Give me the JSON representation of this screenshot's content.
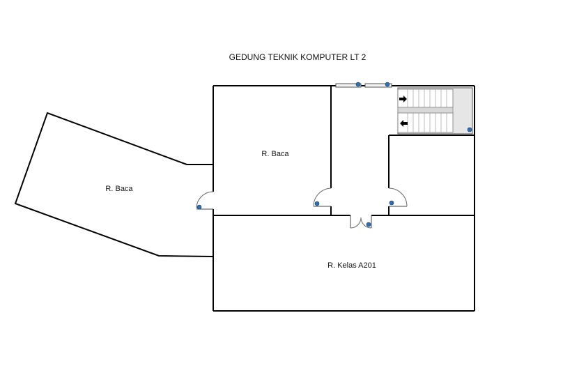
{
  "title": "GEDUNG TEKNIK KOMPUTER LT 2",
  "rooms": {
    "left_reading": "R. Baca",
    "center_reading": "R. Baca",
    "classroom": "R. Kelas  A201"
  },
  "icons": {
    "door_marker": "door-sensor-icon",
    "stair_arrow": "arrow-icon"
  }
}
